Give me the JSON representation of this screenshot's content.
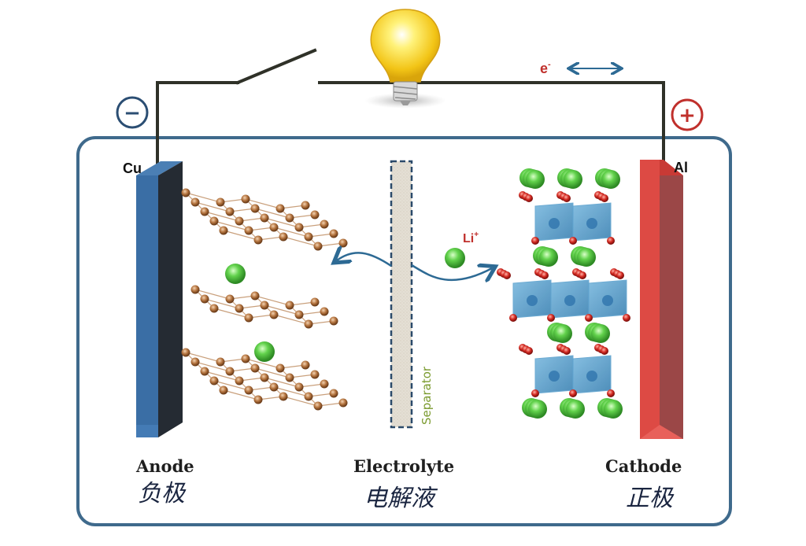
{
  "diagram": {
    "title": "Lithium-ion battery schematic",
    "terminals": {
      "negative_symbol": "−",
      "positive_symbol": "+"
    },
    "electron_label": "e",
    "electron_superscript": "-",
    "ion_label": "Li",
    "ion_superscript": "+",
    "separator_label": "Separator",
    "anode": {
      "metal": "Cu",
      "label_en": "Anode",
      "label_cn": "负极"
    },
    "electrolyte": {
      "label_en": "Electrolyte",
      "label_cn": "电解液"
    },
    "cathode": {
      "metal": "Al",
      "label_en": "Cathode",
      "label_cn": "正极"
    },
    "colors": {
      "wire": "#2f3128",
      "case_border": "#3f6a8c",
      "negative_terminal": "#2b4e73",
      "positive_terminal": "#c0302c",
      "anode_plate": "#3a6ea5",
      "cathode_plate": "#d9403b",
      "graphite_atom": "#a0643a",
      "lithium_ion": "#4cbf3c",
      "oxygen_atom": "#c8221f",
      "octahedron": "#4e9ac8",
      "separator_fill": "#e2ddd2",
      "separator_border": "#2b4a6a",
      "separator_text": "#7a9a2e",
      "arrow": "#2d6a94",
      "electron_text": "#c0302c"
    }
  }
}
